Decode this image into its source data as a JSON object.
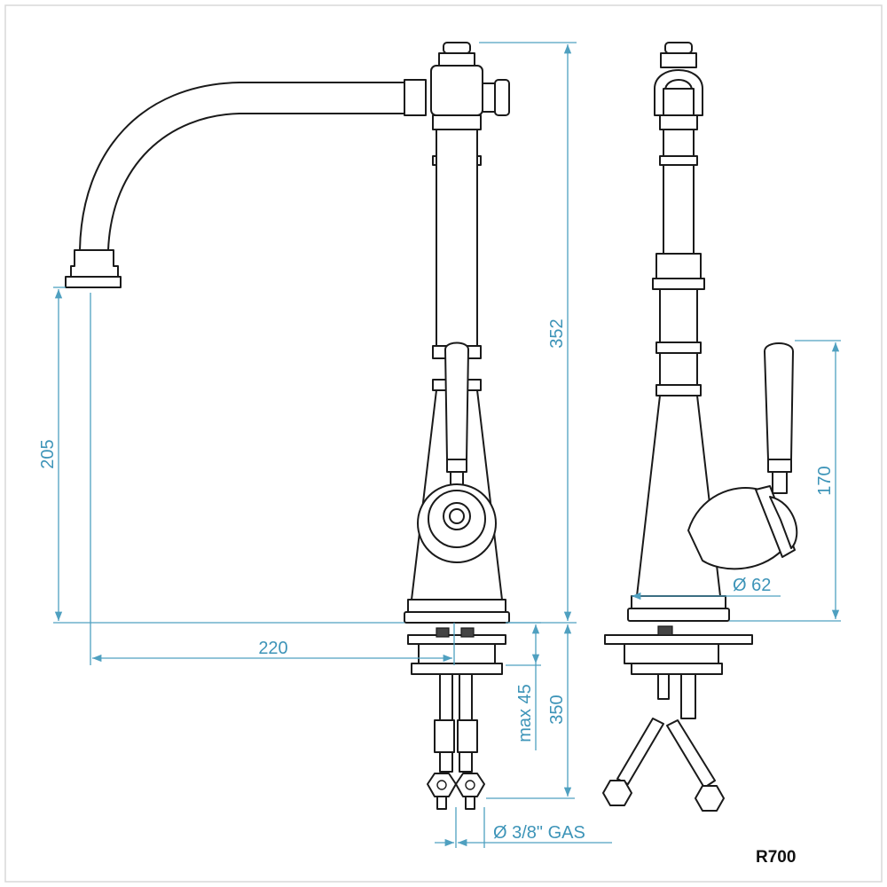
{
  "diagram": {
    "model_code": "R700",
    "dimensions": {
      "total_height": "352",
      "spout_height": "205",
      "spout_reach": "220",
      "handle_height": "170",
      "base_diameter": "Ø 62",
      "max_deck_thickness": "max 45",
      "hose_length": "350",
      "connection": "Ø 3/8\" GAS"
    },
    "colors": {
      "dimension_lines": "#4fa0c0",
      "outline": "#1a1a1a"
    }
  }
}
